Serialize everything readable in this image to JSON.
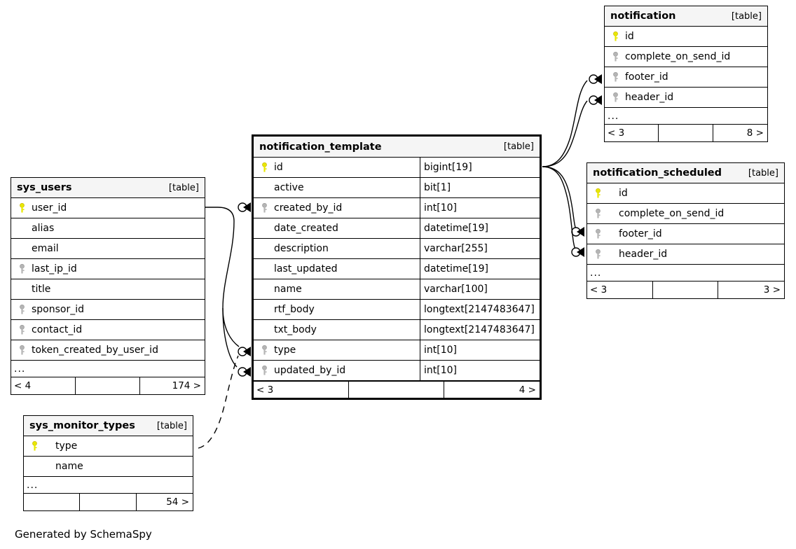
{
  "diagram": {
    "generator_caption": "Generated by SchemaSpy",
    "table_tag": "[table]",
    "ellipsis": "...",
    "colors": {
      "primary_key_icon": "#e8e800",
      "foreign_key_icon": "#b0b0b0",
      "header_background": "#f5f5f5",
      "border": "#000000",
      "background": "#ffffff"
    }
  },
  "tables": {
    "notification": {
      "name": "notification",
      "tag": "[table]",
      "columns": [
        {
          "name": "id",
          "key": "primary",
          "type": ""
        },
        {
          "name": "complete_on_send_id",
          "key": "foreign",
          "type": ""
        },
        {
          "name": "footer_id",
          "key": "foreign",
          "type": ""
        },
        {
          "name": "header_id",
          "key": "foreign",
          "type": ""
        }
      ],
      "more_indicator": "...",
      "footer": {
        "left": "< 3",
        "middle": "",
        "right": "8 >"
      }
    },
    "notification_scheduled": {
      "name": "notification_scheduled",
      "tag": "[table]",
      "columns": [
        {
          "name": "id",
          "key": "primary",
          "type": ""
        },
        {
          "name": "complete_on_send_id",
          "key": "foreign",
          "type": ""
        },
        {
          "name": "footer_id",
          "key": "foreign",
          "type": ""
        },
        {
          "name": "header_id",
          "key": "foreign",
          "type": ""
        }
      ],
      "more_indicator": "...",
      "footer": {
        "left": "< 3",
        "middle": "",
        "right": "3 >"
      }
    },
    "notification_template": {
      "name": "notification_template",
      "tag": "[table]",
      "emphasis": true,
      "columns": [
        {
          "name": "id",
          "key": "primary",
          "type": "bigint[19]"
        },
        {
          "name": "active",
          "key": "none",
          "type": "bit[1]"
        },
        {
          "name": "created_by_id",
          "key": "foreign",
          "type": "int[10]"
        },
        {
          "name": "date_created",
          "key": "none",
          "type": "datetime[19]"
        },
        {
          "name": "description",
          "key": "none",
          "type": "varchar[255]"
        },
        {
          "name": "last_updated",
          "key": "none",
          "type": "datetime[19]"
        },
        {
          "name": "name",
          "key": "none",
          "type": "varchar[100]"
        },
        {
          "name": "rtf_body",
          "key": "none",
          "type": "longtext[2147483647]"
        },
        {
          "name": "txt_body",
          "key": "none",
          "type": "longtext[2147483647]"
        },
        {
          "name": "type",
          "key": "foreign",
          "type": "int[10]"
        },
        {
          "name": "updated_by_id",
          "key": "foreign",
          "type": "int[10]"
        }
      ],
      "more_indicator": "",
      "footer": {
        "left": "< 3",
        "middle": "",
        "right": "4 >"
      }
    },
    "sys_users": {
      "name": "sys_users",
      "tag": "[table]",
      "columns": [
        {
          "name": "user_id",
          "key": "primary",
          "type": ""
        },
        {
          "name": "alias",
          "key": "none",
          "type": ""
        },
        {
          "name": "email",
          "key": "none",
          "type": ""
        },
        {
          "name": "last_ip_id",
          "key": "foreign",
          "type": ""
        },
        {
          "name": "title",
          "key": "none",
          "type": ""
        },
        {
          "name": "sponsor_id",
          "key": "foreign",
          "type": ""
        },
        {
          "name": "contact_id",
          "key": "foreign",
          "type": ""
        },
        {
          "name": "token_created_by_user_id",
          "key": "foreign",
          "type": ""
        }
      ],
      "more_indicator": "...",
      "footer": {
        "left": "< 4",
        "middle": "",
        "right": "174 >"
      }
    },
    "sys_monitor_types": {
      "name": "sys_monitor_types",
      "tag": "[table]",
      "columns": [
        {
          "name": "type",
          "key": "primary",
          "type": ""
        },
        {
          "name": "name",
          "key": "none",
          "type": ""
        }
      ],
      "more_indicator": "...",
      "footer": {
        "left": "",
        "middle": "",
        "right": "54 >"
      }
    }
  },
  "relationships": [
    {
      "from": "sys_users.user_id",
      "to": "notification_template.created_by_id",
      "style": "solid"
    },
    {
      "from": "sys_users.user_id",
      "to": "notification_template.updated_by_id",
      "style": "solid"
    },
    {
      "from": "sys_monitor_types.type",
      "to": "notification_template.type",
      "style": "dashed"
    },
    {
      "from": "notification_template.id",
      "to": "notification.footer_id",
      "style": "solid"
    },
    {
      "from": "notification_template.id",
      "to": "notification.header_id",
      "style": "solid"
    },
    {
      "from": "notification_template.id",
      "to": "notification_scheduled.footer_id",
      "style": "solid"
    },
    {
      "from": "notification_template.id",
      "to": "notification_scheduled.header_id",
      "style": "solid"
    }
  ]
}
